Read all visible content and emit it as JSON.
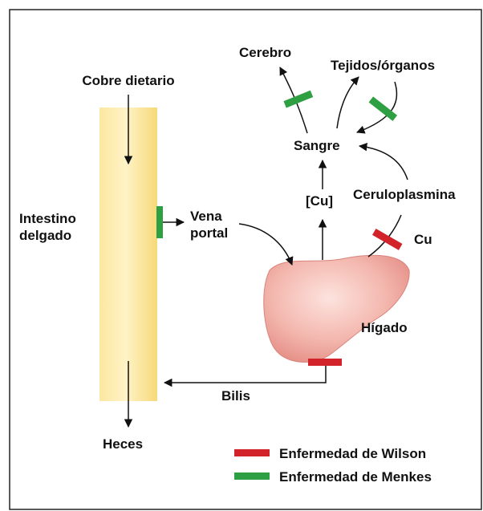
{
  "labels": {
    "cobre_dietario": "Cobre dietario",
    "intestino_1": "Intestino",
    "intestino_2": "delgado",
    "vena_1": "Vena",
    "vena_2": "portal",
    "cerebro": "Cerebro",
    "tejidos": "Tejidos/órganos",
    "sangre": "Sangre",
    "cu_bracket": "[Cu]",
    "ceruloplasmina": "Ceruloplasmina",
    "cu": "Cu",
    "higado": "Hígado",
    "bilis": "Bilis",
    "heces": "Heces"
  },
  "legend": {
    "wilson": "Enfermedad de Wilson",
    "menkes": "Enfermedad de Menkes"
  },
  "colors": {
    "wilson": "#d2232a",
    "menkes": "#2ea043",
    "intestine": "#fde99a",
    "liver": "#f2b0a8"
  }
}
